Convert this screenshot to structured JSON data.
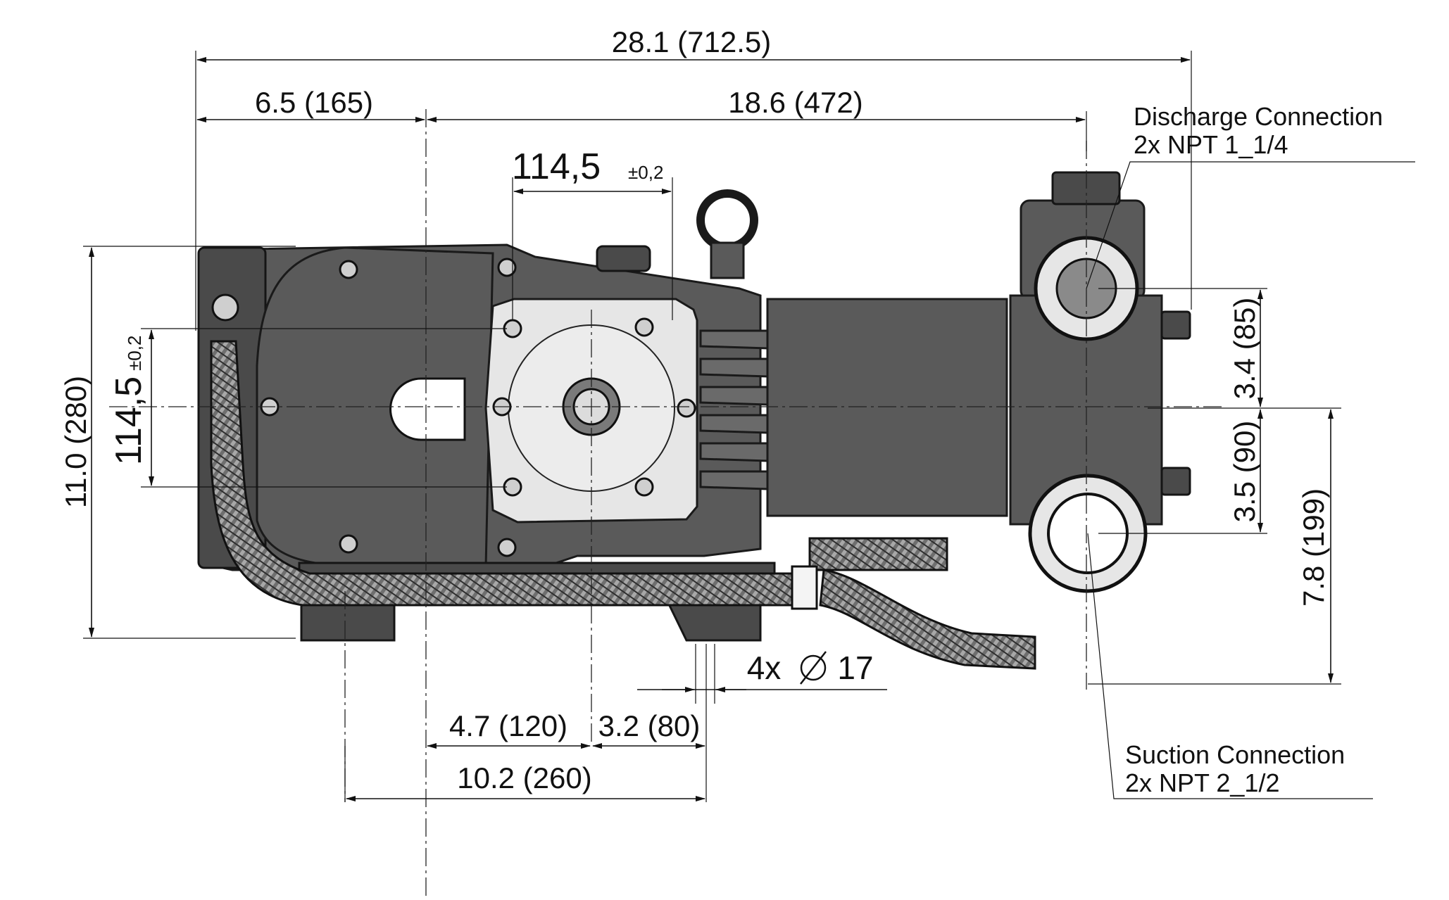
{
  "drawing": {
    "dimensions": {
      "overall_length": "28.1 (712.5)",
      "left_to_flange_axis": "6.5 (165)",
      "flange_axis_to_head": "18.6 (472)",
      "bolt_spacing_horizontal": "114,5",
      "bolt_spacing_horizontal_tol": "±0,2",
      "bolt_spacing_vertical": "114,5",
      "bolt_spacing_vertical_tol": "±0,2",
      "overall_height": "11.0 (280)",
      "discharge_offset": "3.4 (85)",
      "suction_offset": "3.5 (90)",
      "shaft_height": "7.8 (199)",
      "foot_hole": "4x",
      "foot_hole_diameter": "17",
      "foot_offset_1": "4.7 (120)",
      "foot_offset_2": "3.2 (80)",
      "foot_spacing": "10.2 (260)"
    },
    "callouts": {
      "discharge_title": "Discharge Connection",
      "discharge_spec": "2x NPT 1_1/4",
      "suction_title": "Suction Connection",
      "suction_spec": "2x NPT 2_1/2"
    },
    "colors": {
      "body": "#5a5a5a",
      "line": "#111111",
      "background": "#ffffff"
    }
  }
}
